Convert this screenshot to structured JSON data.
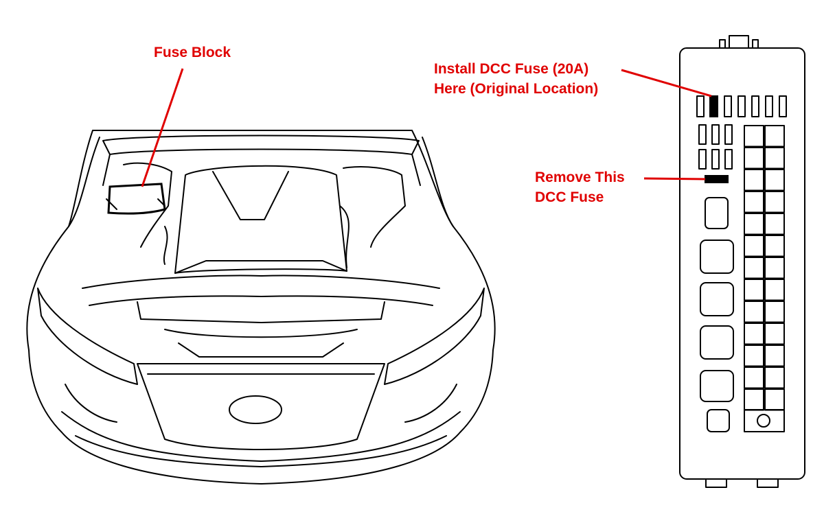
{
  "labels": {
    "fuse_block": "Fuse Block",
    "install_line1": "Install DCC Fuse (20A)",
    "install_line2": "Here (Original Location)",
    "remove_line1": "Remove This",
    "remove_line2": "DCC Fuse"
  },
  "colors": {
    "annotation": "#e00000",
    "line_art": "#000000",
    "background": "#ffffff"
  }
}
